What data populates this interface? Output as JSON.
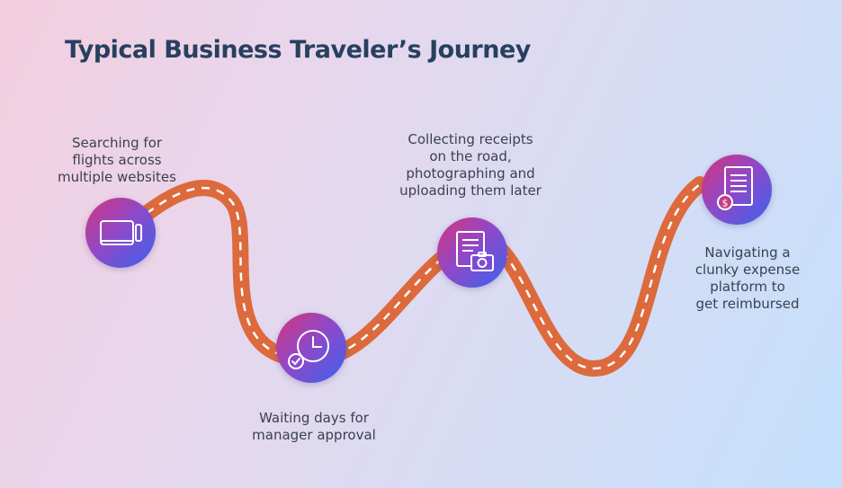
{
  "title": "Typical Business Traveler’s Journey",
  "colors": {
    "road": "#dd6a3c",
    "road_dash": "#ffffff",
    "title": "#27405f",
    "label": "#3a4150",
    "node_gradient": [
      "#d5357c",
      "#8d49c9",
      "#3a63ee"
    ]
  },
  "steps": [
    {
      "label": "Searching for\nflights across\nmultiple websites",
      "icon": "laptop-icon"
    },
    {
      "label": "Waiting days for\nmanager approval",
      "icon": "clock-icon"
    },
    {
      "label": "Collecting receipts\non the road,\nphotographing and\nuploading them later",
      "icon": "receipt-camera-icon"
    },
    {
      "label": "Navigating a\nclunky expense\nplatform to\nget reimbursed",
      "icon": "invoice-dollar-icon"
    }
  ]
}
